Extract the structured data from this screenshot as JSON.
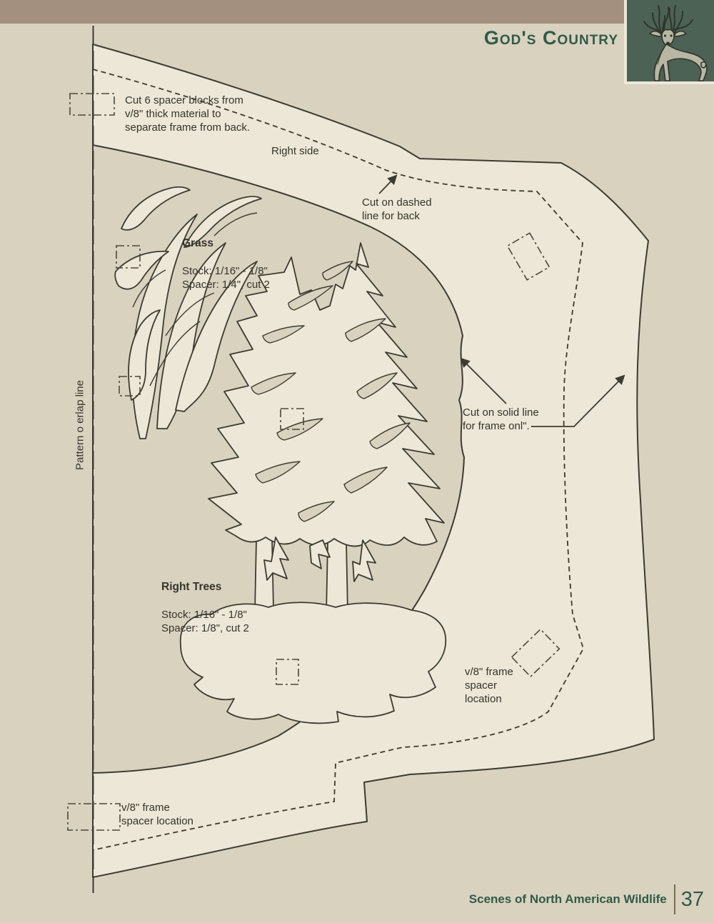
{
  "header": {
    "title": "God's Country",
    "logo_icon": "deer-icon"
  },
  "footer": {
    "book_title": "Scenes of North American Wildlife",
    "page_number": "37"
  },
  "labels": {
    "spacer_blocks_note": "Cut 6 spacer blocks from\nv/8\" thick material to\nseparate frame from back.",
    "right_side": "Right side",
    "cut_dashed_note": "Cut on dashed\nline for back",
    "grass_title": "Grass",
    "grass_specs": "Stock: 1/16\" - 1/8\"\nSpacer: 1/4\", cut 2",
    "pattern_overlap": "Pattern o erlap line",
    "cut_solid_note": "Cut on solid line\nfor frame onl\".",
    "trees_title": "Right Trees",
    "trees_specs": "Stock: 1/16\" - 1/8\"\nSpacer: 1/8\", cut 2",
    "frame_spacer_mid": "v/8\" frame\nspacer\nlocation",
    "frame_spacer_bottom": "v/8\" frame\nspacer location"
  },
  "colors": {
    "top_bar": "#a3907e",
    "page_background": "#d9d2bf",
    "pattern_fill": "#ece7d6",
    "line": "#3c3b32",
    "accent_green": "#2d5c49",
    "logo_background": "#4c6254",
    "deer_body": "#b9b7a4"
  }
}
